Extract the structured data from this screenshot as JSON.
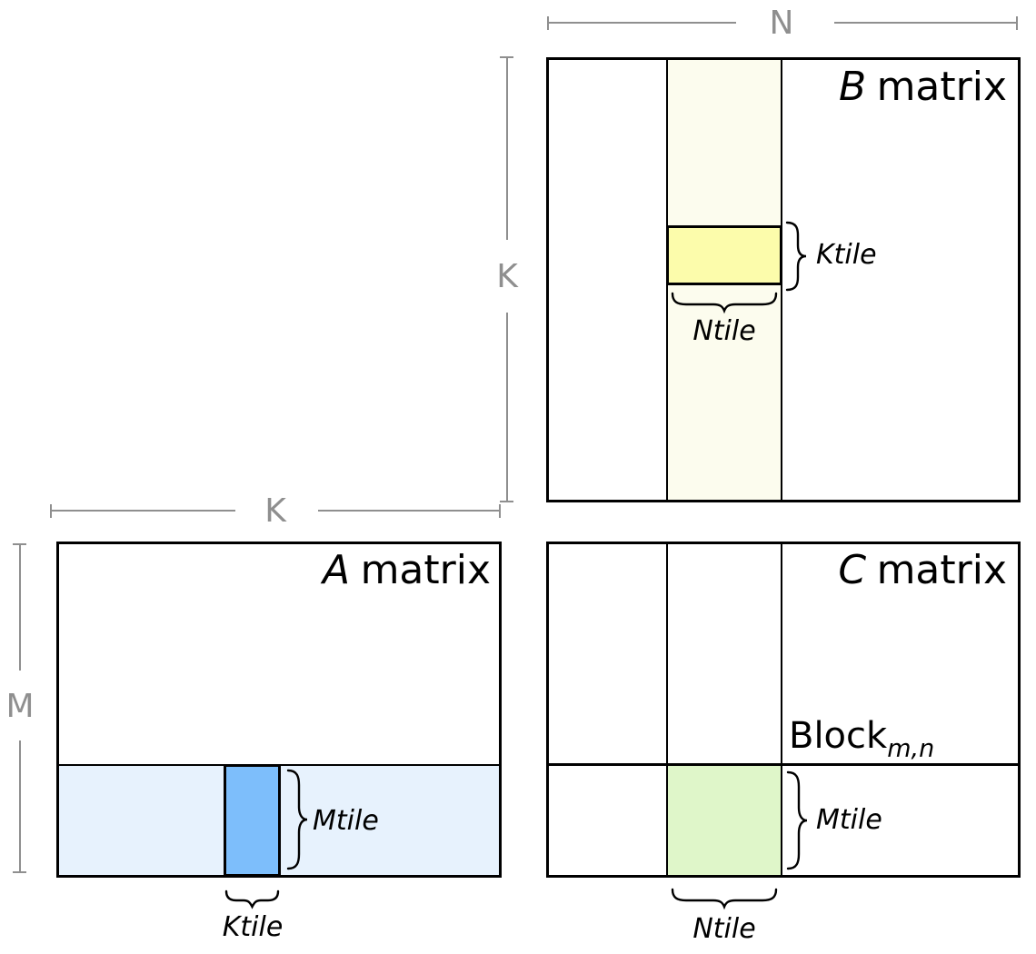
{
  "labels": {
    "n": "N",
    "k": "K",
    "m": "M"
  },
  "matrices": {
    "b": {
      "letter": "B",
      "word": "matrix",
      "ktile_label": "Ktile",
      "ntile_label": "Ntile"
    },
    "a": {
      "letter": "A",
      "word": "matrix",
      "mtile_label": "Mtile",
      "ktile_label": "Ktile"
    },
    "c": {
      "letter": "C",
      "word": "matrix",
      "block_base": "Block",
      "block_sub": "m,n",
      "mtile_label": "Mtile",
      "ntile_label": "Ntile"
    }
  },
  "colors": {
    "ivory": "#FCFCEE",
    "yellow": "#FCFCAB",
    "paleblue": "#E7F2FD",
    "blue": "#7DBEFB",
    "green": "#DFF6C9",
    "gray": "#8F8F8F"
  }
}
